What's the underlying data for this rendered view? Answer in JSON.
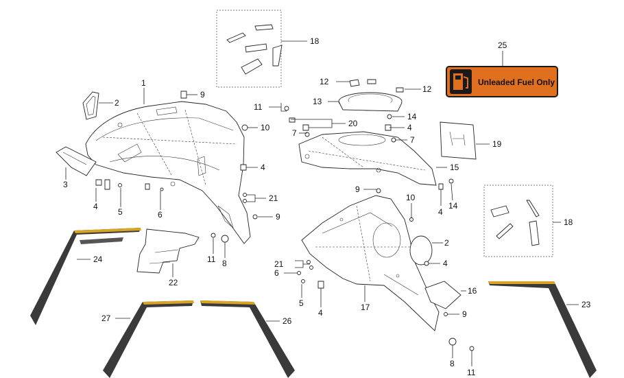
{
  "sticker": {
    "text": "Unleaded Fuel Only",
    "bg_color": "#e0701f",
    "border_color": "#1a1a1a"
  },
  "stripe": {
    "color": "#d9a324",
    "dark_color": "#3a3a3a"
  },
  "callouts": [
    {
      "id": "c1",
      "label": "1"
    },
    {
      "id": "c2a",
      "label": "2"
    },
    {
      "id": "c2b",
      "label": "2"
    },
    {
      "id": "c3",
      "label": "3"
    },
    {
      "id": "c4a",
      "label": "4"
    },
    {
      "id": "c4b",
      "label": "4"
    },
    {
      "id": "c4c",
      "label": "4"
    },
    {
      "id": "c4d",
      "label": "4"
    },
    {
      "id": "c4e",
      "label": "4"
    },
    {
      "id": "c4f",
      "label": "4"
    },
    {
      "id": "c5a",
      "label": "5"
    },
    {
      "id": "c5b",
      "label": "5"
    },
    {
      "id": "c6a",
      "label": "6"
    },
    {
      "id": "c6b",
      "label": "6"
    },
    {
      "id": "c7a",
      "label": "7"
    },
    {
      "id": "c7b",
      "label": "7"
    },
    {
      "id": "c8a",
      "label": "8"
    },
    {
      "id": "c8b",
      "label": "8"
    },
    {
      "id": "c9a",
      "label": "9"
    },
    {
      "id": "c9b",
      "label": "9"
    },
    {
      "id": "c9c",
      "label": "9"
    },
    {
      "id": "c9d",
      "label": "9"
    },
    {
      "id": "c10a",
      "label": "10"
    },
    {
      "id": "c10b",
      "label": "10"
    },
    {
      "id": "c11a",
      "label": "11"
    },
    {
      "id": "c11b",
      "label": "11"
    },
    {
      "id": "c11c",
      "label": "11"
    },
    {
      "id": "c12a",
      "label": "12"
    },
    {
      "id": "c12b",
      "label": "12"
    },
    {
      "id": "c13",
      "label": "13"
    },
    {
      "id": "c14a",
      "label": "14"
    },
    {
      "id": "c14b",
      "label": "14"
    },
    {
      "id": "c15",
      "label": "15"
    },
    {
      "id": "c16",
      "label": "16"
    },
    {
      "id": "c17",
      "label": "17"
    },
    {
      "id": "c18a",
      "label": "18"
    },
    {
      "id": "c18b",
      "label": "18"
    },
    {
      "id": "c19",
      "label": "19"
    },
    {
      "id": "c20",
      "label": "20"
    },
    {
      "id": "c21a",
      "label": "21"
    },
    {
      "id": "c21b",
      "label": "21"
    },
    {
      "id": "c22",
      "label": "22"
    },
    {
      "id": "c23",
      "label": "23"
    },
    {
      "id": "c24",
      "label": "24"
    },
    {
      "id": "c25",
      "label": "25"
    },
    {
      "id": "c26",
      "label": "26"
    },
    {
      "id": "c27",
      "label": "27"
    }
  ]
}
